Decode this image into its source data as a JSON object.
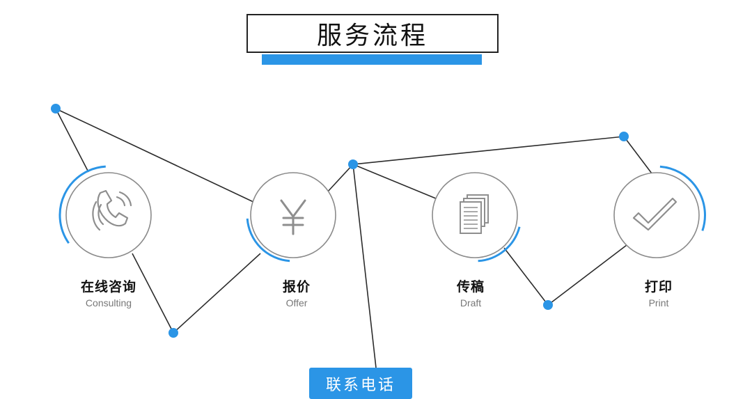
{
  "title": "服务流程",
  "colors": {
    "accent": "#2b95e6",
    "line": "#2b2b2b",
    "circle_border": "#8a8a8a",
    "icon": "#8e8e8e"
  },
  "steps": [
    {
      "cn": "在线咨询",
      "en": "Consulting",
      "icon": "phone-icon"
    },
    {
      "cn": "报价",
      "en": "Offer",
      "icon": "yen-icon"
    },
    {
      "cn": "传稿",
      "en": "Draft",
      "icon": "document-icon"
    },
    {
      "cn": "打印",
      "en": "Print",
      "icon": "checkmark-icon"
    }
  ],
  "contact_button": "联系电话"
}
